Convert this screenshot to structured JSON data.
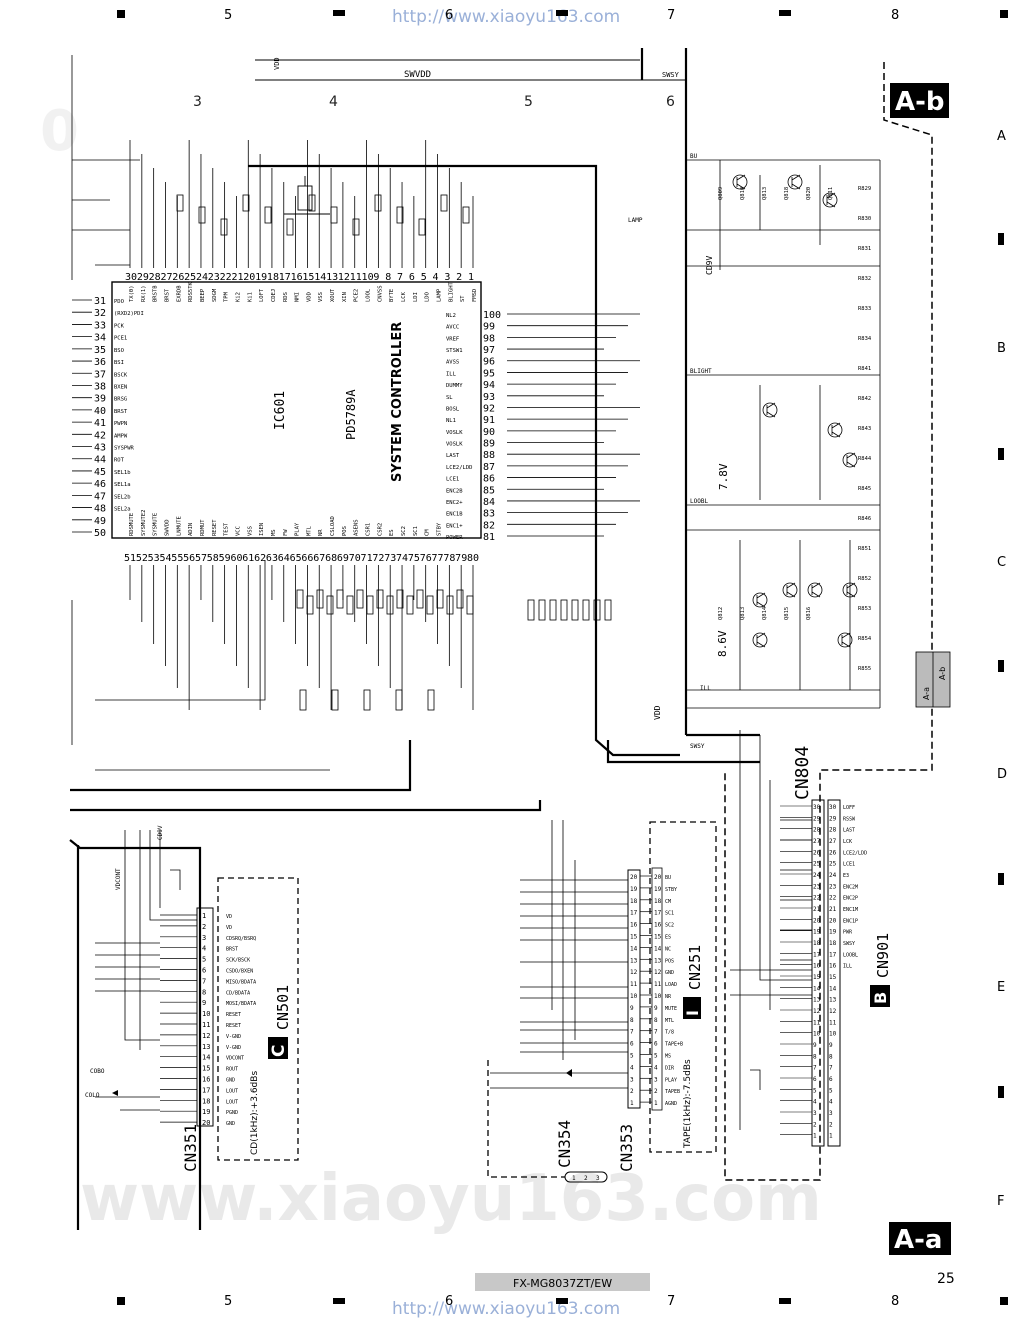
{
  "page": {
    "watermark_top": "http://www.xiaoyu163.com",
    "watermark_bottom": "http://www.xiaoyu163.com",
    "watermark_big": "www.xiaoyu163.com",
    "model": "FX-MG8037ZT/EW",
    "page_number": "25",
    "corner_top": "A-b",
    "corner_bottom": "A-a",
    "side_label_a": "A-a",
    "side_label_b": "A-b"
  },
  "grid": {
    "columns": [
      "5",
      "6",
      "7",
      "8"
    ],
    "rows": [
      "A",
      "B",
      "C",
      "D",
      "E",
      "F"
    ],
    "inner_columns": [
      "3",
      "4",
      "5",
      "6"
    ]
  },
  "ic": {
    "ref": "IC601",
    "part": "PD5789A",
    "name": "SYSTEM CONTROLLER",
    "top_pins": [
      "30",
      "29",
      "28",
      "27",
      "26",
      "25",
      "24",
      "23",
      "22",
      "21",
      "20",
      "19",
      "18",
      "17",
      "16",
      "15",
      "14",
      "13",
      "12",
      "11",
      "10",
      "9",
      "8",
      "7",
      "6",
      "5",
      "4",
      "3",
      "2",
      "1"
    ],
    "top_names": [
      "TX(0)",
      "RX(1)",
      "BRSTB",
      "BRST",
      "EXRDB",
      "RDS5TK",
      "BEEP",
      "SDGM",
      "TPM",
      "Ki2",
      "Ki1",
      "LOFT",
      "CDEJ",
      "RDS",
      "NMI",
      "VDD",
      "VSS",
      "XOUT",
      "XIN",
      "PCE2",
      "LOOL",
      "CNVSS",
      "BYTE",
      "LCK",
      "LDI",
      "LDO",
      "LAMP",
      "BLIGHT",
      "ST",
      "FMSD"
    ],
    "left_pins": [
      "31",
      "32",
      "33",
      "34",
      "35",
      "36",
      "37",
      "38",
      "39",
      "40",
      "41",
      "42",
      "43",
      "44",
      "45",
      "46",
      "47",
      "48",
      "49",
      "50"
    ],
    "left_names": [
      "PDO",
      "(RXD2)PDI",
      "PCK",
      "PCE1",
      "BSO",
      "BSI",
      "BSCK",
      "BXEN",
      "BRSG",
      "BRST",
      "PWPN",
      "AMPW",
      "SYSPWR",
      "ROT",
      "SEL1b",
      "SEL1a",
      "SEL2b",
      "SEL2a",
      "",
      ""
    ],
    "bottom_pins": [
      "51",
      "52",
      "53",
      "54",
      "55",
      "56",
      "57",
      "58",
      "59",
      "60",
      "61",
      "62",
      "63",
      "64",
      "65",
      "66",
      "67",
      "68",
      "69",
      "70",
      "71",
      "72",
      "73",
      "74",
      "75",
      "76",
      "77",
      "78",
      "79",
      "80"
    ],
    "bottom_names": [
      "RDSMUTE",
      "SYSMUTE2",
      "SYSMUTE",
      "SWVDD",
      "LNMUTE",
      "ADIN",
      "RDMUT",
      "RESET",
      "TEST",
      "VCC",
      "VSS",
      "ISEN",
      "MS",
      "FW",
      "PLAY",
      "MTL",
      "NR",
      "CSLOAD",
      "POS",
      "ASENS",
      "CSR1",
      "CSR2",
      "ES",
      "SC2",
      "SC1",
      "CM",
      "STBY",
      "",
      "",
      ""
    ],
    "right_pins": [
      "100",
      "99",
      "98",
      "97",
      "96",
      "95",
      "94",
      "93",
      "92",
      "91",
      "90",
      "89",
      "88",
      "87",
      "86",
      "85",
      "84",
      "83",
      "82",
      "81"
    ],
    "right_names": [
      "NL2",
      "AVCC",
      "VREF",
      "STSW1",
      "AVSS",
      "ILL",
      "DUMMY",
      "SL",
      "BOSL",
      "NL1",
      "VOSLK",
      "VOSLK",
      "LAST",
      "LCE2/LDD",
      "LCE1",
      "ENC2B",
      "ENC2+",
      "ENC1B",
      "ENC1+",
      "POWER"
    ]
  },
  "connectors": {
    "cn351": {
      "ref": "CN351",
      "pins": [
        "1",
        "2",
        "3",
        "4",
        "5",
        "6",
        "7",
        "8",
        "9",
        "10",
        "11",
        "12",
        "13",
        "14",
        "15",
        "16",
        "17",
        "18",
        "19",
        "20"
      ],
      "names": [
        "VD",
        "VD",
        "CDSRQ/BSRQ",
        "BRST",
        "SCK/BSCK",
        "CSDO/BXEN",
        "MISO/BDATA",
        "CD/BDATA",
        "MOSI/BDATA",
        "RESET",
        "RESET",
        "V-GND",
        "V-GND",
        "VDCONT",
        "ROUT",
        "GND",
        "LOUT",
        "LOUT",
        "PGND",
        "GND"
      ]
    },
    "cn501": {
      "ref": "CN501",
      "block": "C",
      "note": "CD(1kHz):+3.6dBs"
    },
    "cn354": {
      "ref": "CN354",
      "pins": [
        "1",
        "2",
        "3"
      ]
    },
    "cn353": {
      "ref": "CN353"
    },
    "cn251": {
      "ref": "CN251",
      "block": "I",
      "note": "TAPE(1kHz):-7.5dBs",
      "pins": [
        "20",
        "19",
        "18",
        "17",
        "16",
        "15",
        "14",
        "13",
        "12",
        "11",
        "10",
        "9",
        "8",
        "7",
        "6",
        "5",
        "4",
        "3",
        "2",
        "1"
      ],
      "names": [
        "BU",
        "STBY",
        "CM",
        "SC1",
        "SC2",
        "ES",
        "NC",
        "POS",
        "GND",
        "LOAD",
        "NR",
        "MUTE",
        "MTL",
        "T/8",
        "TAPE+B",
        "MS",
        "DIR",
        "PLAY",
        "TAPEB",
        "AGND"
      ]
    },
    "cn804": {
      "ref": "CN804",
      "pins": [
        "30",
        "29",
        "28",
        "27",
        "26",
        "25",
        "24",
        "23",
        "22",
        "21",
        "20",
        "19",
        "18",
        "17",
        "16",
        "15",
        "14",
        "13",
        "12",
        "11",
        "10",
        "9",
        "8",
        "7",
        "6",
        "5",
        "4",
        "3",
        "2",
        "1"
      ]
    },
    "cn901": {
      "ref": "CN901",
      "block": "B",
      "names": [
        "LOFF",
        "RSSW",
        "LAST",
        "LCK",
        "LCE2/LDD",
        "LCE1",
        "E3",
        "ENC2M",
        "ENC2P",
        "ENC1M",
        "ENC1P",
        "PWR",
        "SWSY",
        "LOOBL",
        "ILL",
        "",
        "",
        "",
        "",
        "",
        "",
        "",
        "",
        "",
        "",
        "",
        "",
        "",
        "",
        ""
      ]
    }
  },
  "labels": {
    "swvdd": "SWVDD",
    "vdd": "VDD",
    "swsy": "SWSY",
    "lamp": "LAMP",
    "bu": "BU",
    "blight": "BLIGHT",
    "ill": "ILL",
    "loobl": "LOOBL",
    "cd9v": "CD9V",
    "vdcont": "VDCONT",
    "colo": "COLO",
    "cobo": "COBO",
    "v78": "7.8V",
    "v86": "8.6V",
    "q_labels": [
      "Q809",
      "Q810",
      "Q813",
      "Q818",
      "Q820",
      "Q811",
      "Q812",
      "Q813",
      "Q814",
      "Q815",
      "Q816"
    ],
    "r_labels": [
      "R829",
      "R830",
      "R831",
      "R832",
      "R833",
      "R834",
      "R841",
      "R842",
      "R843",
      "R844",
      "R845",
      "R846",
      "R851",
      "R852",
      "R853",
      "R854",
      "R855"
    ]
  }
}
